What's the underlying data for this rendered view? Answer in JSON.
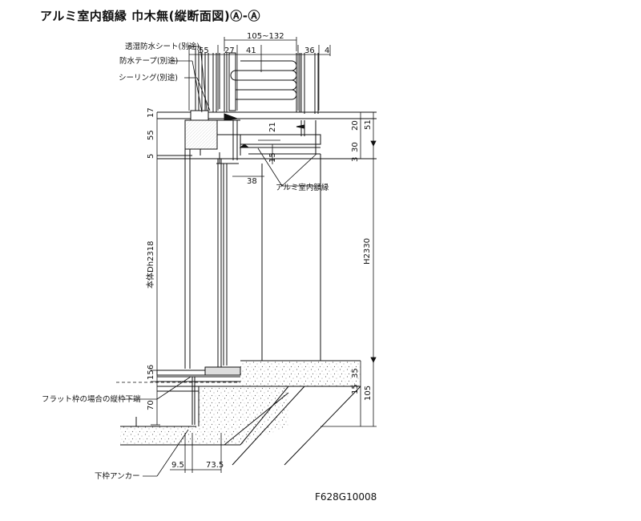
{
  "title": "アルミ室内額縁 巾木無(縦断面図)Ⓐ-Ⓐ",
  "drawing_code": "F628G10008",
  "labels": {
    "moisture_sheet": "透湿防水シート(別途)",
    "waterproof_tape": "防水テープ(別途)",
    "sealing": "シーリング(別途)",
    "alu_frame": "アルミ室内額縁",
    "flat_frame_note": "フラット枠の場合の縦枠下端",
    "bottom_anchor": "下枠アンカー"
  },
  "dims": {
    "top_55": "55",
    "top_27": "27",
    "top_41": "41",
    "top_36": "36",
    "top_4": "4",
    "top_range": "105~132",
    "left_17": "17",
    "left_55": "55",
    "left_5": "5",
    "r_51": "51",
    "r_20": "20",
    "r_30": "30",
    "r_3": "3",
    "d_21": "21",
    "d_15": "15",
    "d_38": "38",
    "body_dh": "本体Dh2318",
    "h_total": "H2330",
    "b_35": "35",
    "b_15": "15",
    "b_105": "105",
    "bl_156": "156",
    "bl_70": "70",
    "bot_9_5": "9.5",
    "bot_73_5": "73.5"
  },
  "colors": {
    "line": "#111111",
    "concrete": "#666666",
    "background": "#ffffff"
  }
}
